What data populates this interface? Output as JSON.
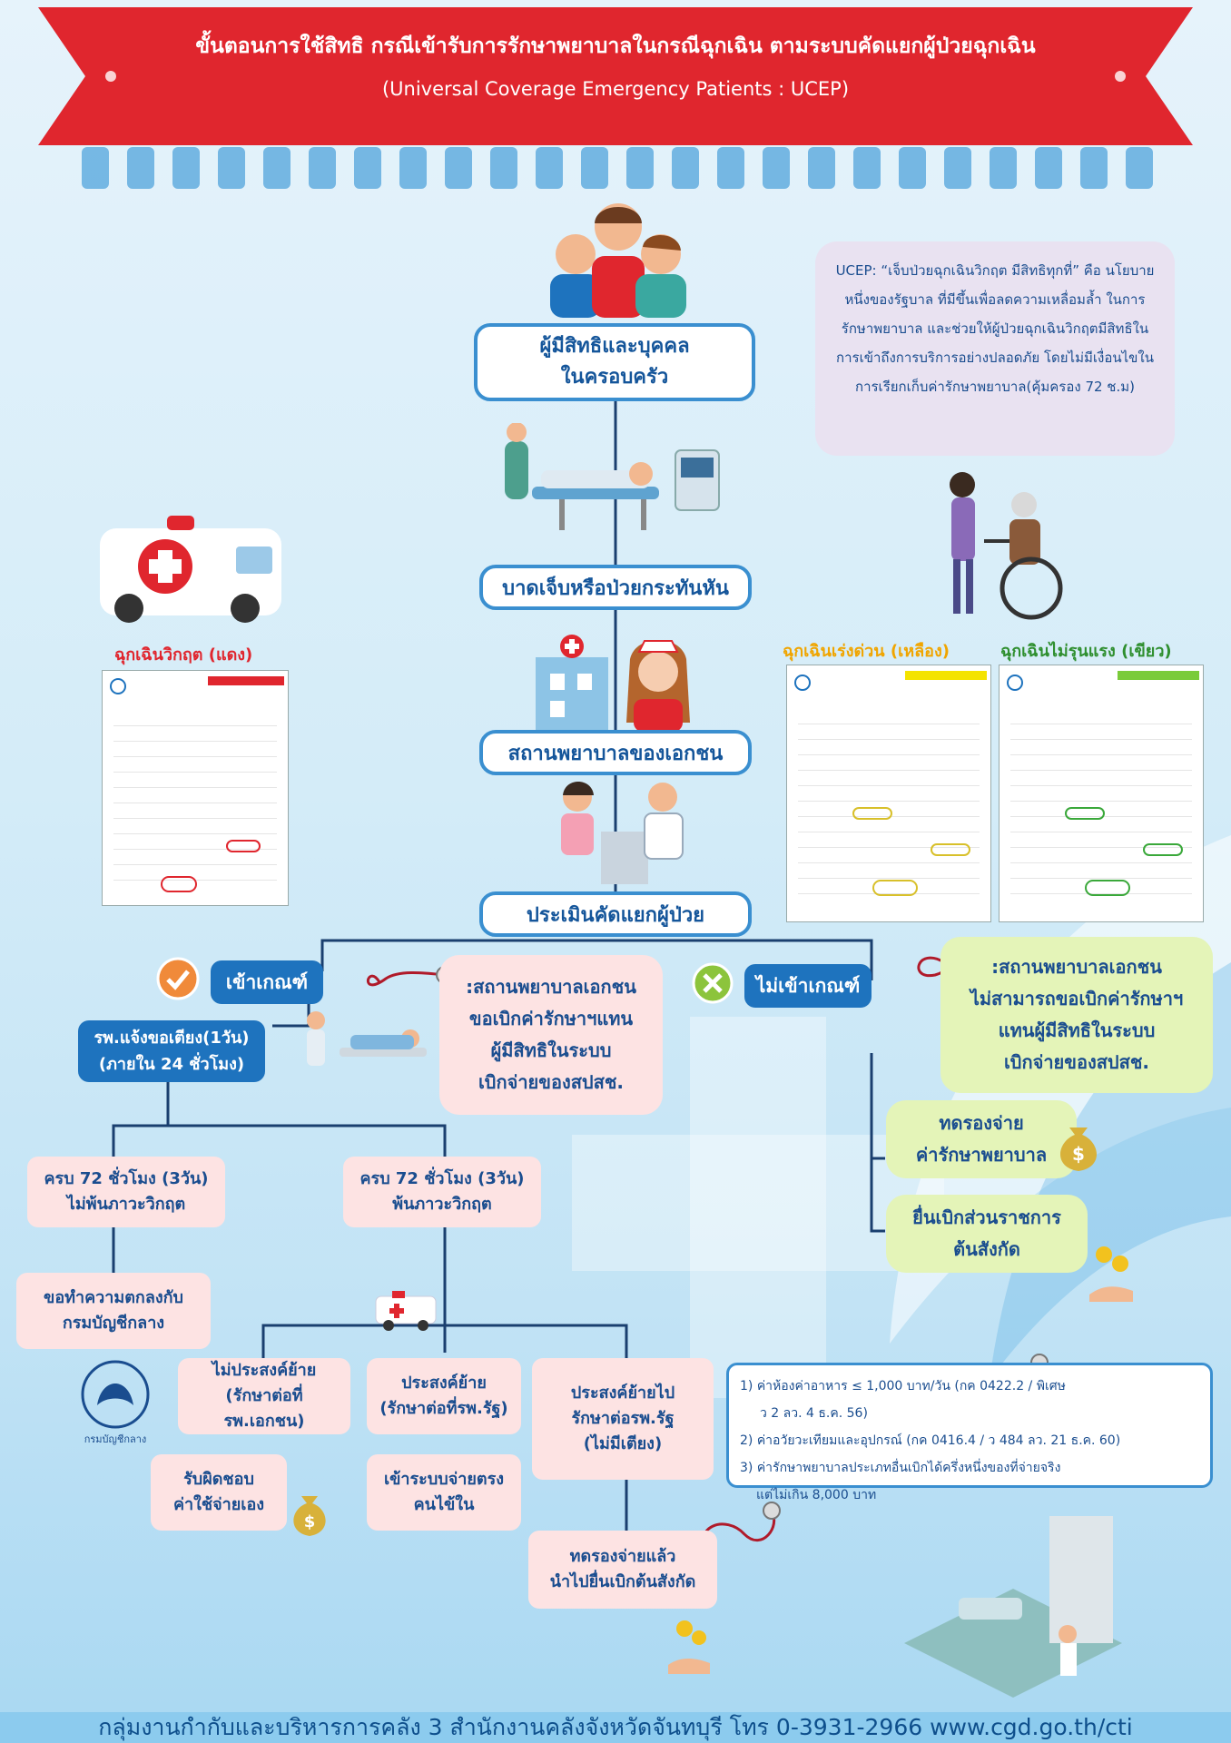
{
  "header": {
    "title": "ขั้นตอนการใช้สิทธิ กรณีเข้ารับการรักษาพยาบาลในกรณีฉุกเฉิน ตามระบบคัดแยกผู้ป่วยฉุกเฉิน",
    "subtitle": "(Universal Coverage Emergency Patients : UCEP)"
  },
  "colors": {
    "banner": "#e0262e",
    "blue": "#1e73be",
    "pink": "#fde3e3",
    "green": "#e4f4b8",
    "lavender": "#e9e2f1",
    "line": "#1a3f6f"
  },
  "info_note": "UCEP: “เจ็บป่วยฉุกเฉินวิกฤต มีสิทธิทุกที่” คือ นโยบายหนึ่งของรัฐบาล ที่มีขึ้นเพื่อลดความเหลื่อมล้ำ ในการรักษาพยาบาล และช่วยให้ผู้ป่วยฉุกเฉินวิกฤตมีสิทธิในการเข้าถึงการบริการอย่างปลอดภัย โดยไม่มีเงื่อนไขในการเรียกเก็บค่ารักษาพยาบาล(คุ้มครอง 72 ช.ม)",
  "flow": {
    "step1": "ผู้มีสิทธิและบุคคล\nในครอบครัว",
    "step2": "บาดเจ็บหรือป่วยกระทันหัน",
    "step3": "สถานพยาบาลของเอกชน",
    "step4": "ประเมินคัดแยกผู้ป่วย",
    "meet": "เข้าเกณฑ์",
    "not_meet": "ไม่เข้าเกณฑ์",
    "meet_note": ":สถานพยาบาลเอกชน\nขอเบิกค่ารักษาฯแทน\nผู้มีสิทธิในระบบ\nเบิกจ่ายของสปสช.",
    "not_meet_note": ":สถานพยาบาลเอกชน\nไม่สามารถขอเบิกค่ารักษาฯ\nแทนผู้มีสิทธิในระบบ\nเบิกจ่ายของสปสช.",
    "notify": "รพ.แจ้งขอเตียง(1วัน)\n(ภายใน 24 ชั่วโมง)",
    "not_out": "ครบ 72 ชั่วโมง (3วัน)\nไม่พ้นภาวะวิกฤต",
    "out": "ครบ 72 ชั่วโมง (3วัน)\nพ้นภาวะวิกฤต",
    "agreement": "ขอทำความตกลงกับ\nกรมบัญชีกลาง",
    "stay": "ไม่ประสงค์ย้าย\n(รักษาต่อที่รพ.เอกชน)",
    "move": "ประสงค์ย้าย\n(รักษาต่อที่รพ.รัฐ)",
    "move_nobed": "ประสงค์ย้ายไป\nรักษาต่อรพ.รัฐ\n(ไม่มีเตียง)",
    "self_pay": "รับผิดชอบ\nค่าใช้จ่ายเอง",
    "direct": "เข้าระบบจ่ายตรง\nคนไข้ใน",
    "advance_claim": "ทดรองจ่ายแล้ว\nนำไปยื่นเบิกต้นสังกัด",
    "advance": "ทดรองจ่าย\nค่ารักษาพยาบาล",
    "submit": "ยื่นเบิกส่วนราชการ\nต้นสังกัด"
  },
  "forms": {
    "red": "ฉุกเฉินวิกฤต (แดง)",
    "yellow": "ฉุกเฉินเร่งด่วน (เหลือง)",
    "green": "ฉุกเฉินไม่รุนแรง (เขียว)"
  },
  "form_colors": {
    "red": "#e0262e",
    "yellow": "#f0a500",
    "green": "#2f8f2f"
  },
  "cost_notes": [
    "1) ค่าห้องค่าอาหาร ≤ 1,000 บาท/วัน (กค 0422.2 / พิเศษ",
    "ว 2 ลว. 4 ธ.ค. 56)",
    "2) ค่าอวัยวะเทียมและอุปกรณ์ (กค 0416.4 / ว 484 ลว. 21 ธ.ค.  60)",
    "3) ค่ารักษาพยาบาลประเภทอื่นเบิกได้ครึ่งหนึ่งของที่จ่ายจริง",
    "แต่ไม่เกิน 8,000 บาท"
  ],
  "logo_caption": "กรมบัญชีกลาง",
  "footer": "กลุ่มงานกำกับและบริหารการคลัง 3 สำนักงานคลังจังหวัดจันทบุรี โทร 0-3931-2966 www.cgd.go.th/cti",
  "icons": [
    "ambulance-icon",
    "check-icon",
    "cross-icon",
    "money-bag-icon",
    "coin-hand-icon",
    "hospital-icon",
    "family-icon",
    "nurse-icon",
    "doctor-icon",
    "wheelchair-icon"
  ]
}
